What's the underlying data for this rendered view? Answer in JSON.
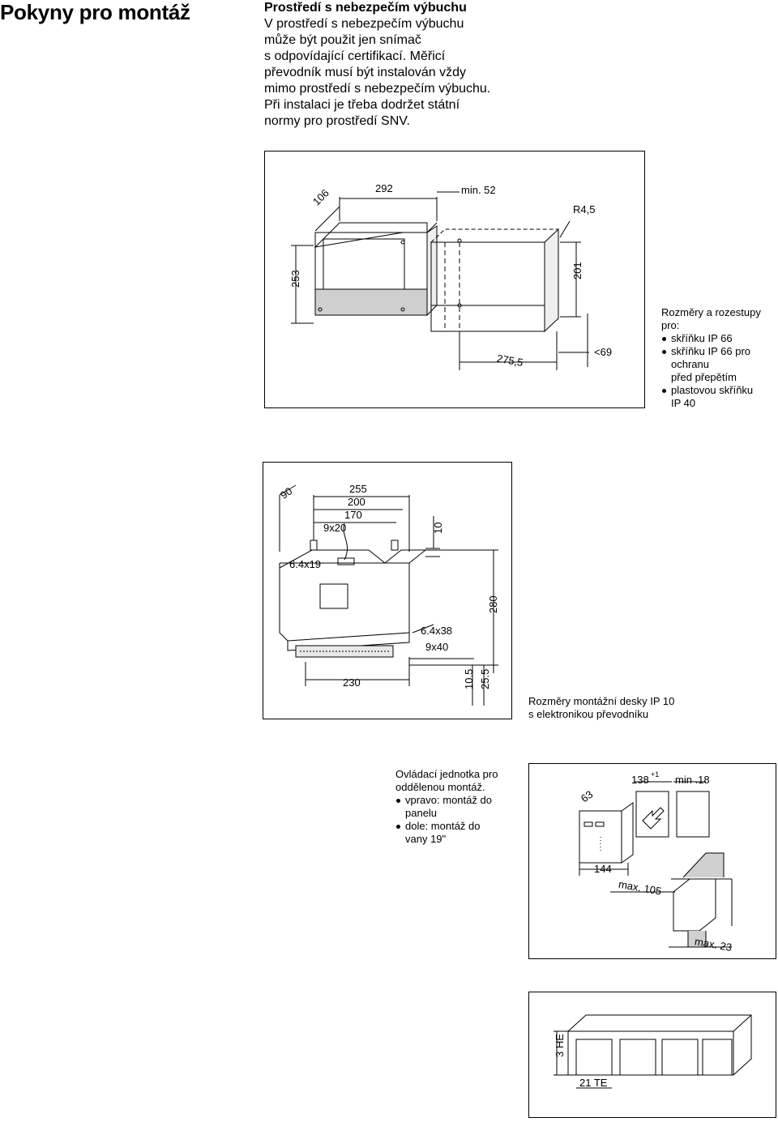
{
  "page": {
    "heading": "Pokyny pro montáž"
  },
  "section": {
    "title": "Prostředí s nebezpečím výbuchu",
    "body_lines": [
      "V prostředí s nebezpečím výbuchu",
      "může být použit jen snímač",
      "s odpovídající certifikací. Měřicí",
      "převodník musí být instalován vždy",
      "mimo prostředí s nebezpečím výbuchu.",
      "Při instalaci je třeba dodržet státní",
      "normy pro prostředí SNV."
    ]
  },
  "figure1": {
    "dimensions": [
      "106",
      "292",
      "min. 52",
      "R4,5",
      "253",
      "201",
      "275,5",
      "<69"
    ],
    "caption": {
      "intro_lines": [
        "Rozměry a rozestupy",
        "pro:"
      ],
      "bullets": [
        [
          "skříňku IP 66"
        ],
        [
          "skříňku IP 66 pro",
          "ochranu",
          "před přepětím"
        ],
        [
          "plastovou skříňku",
          "IP 40"
        ]
      ]
    }
  },
  "figure2": {
    "dimensions": [
      "90",
      "255",
      "200",
      "170",
      "9x20",
      "10",
      "6.4x19",
      "280",
      "6.4x38",
      "9x40",
      "230",
      "10.5",
      "25.5"
    ],
    "caption": [
      "Rozměry montážní desky IP 10",
      "s elektronikou převodníku"
    ]
  },
  "figure3": {
    "caption": {
      "intro_lines": [
        "Ovládací jednotka pro",
        "oddělenou montáž."
      ],
      "bullets": [
        [
          "vpravo: montáž do",
          "panelu"
        ],
        [
          "dole: montáž do",
          "vany 19\""
        ]
      ]
    },
    "dimensions": [
      "63",
      "138",
      "+1",
      "min .18",
      "144",
      "max. 105",
      "max. 23"
    ]
  },
  "figure4": {
    "dimensions": [
      "3 HE",
      "21 TE"
    ]
  }
}
